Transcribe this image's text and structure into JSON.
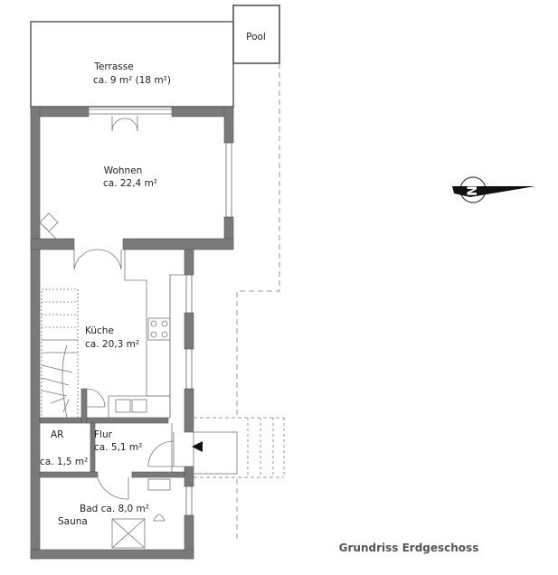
{
  "rooms": {
    "pool": "Pool",
    "terrace": {
      "name": "Terrasse",
      "area": "ca. 9 m² (18 m²)"
    },
    "living": {
      "name": "Wohnen",
      "area": "ca. 22,4 m²"
    },
    "kitchen": {
      "name": "Küche",
      "area": "ca. 20,3 m²"
    },
    "storage": {
      "name": "AR",
      "area": "ca. 1,5 m²"
    },
    "hall": {
      "name": "Flur",
      "area": "ca. 5,1 m²"
    },
    "bath": {
      "label": "Bad ca. 8,0 m²"
    },
    "sauna": "Sauna"
  },
  "compass": {
    "letter": "N"
  },
  "caption": "Grundriss Erdgeschoss"
}
